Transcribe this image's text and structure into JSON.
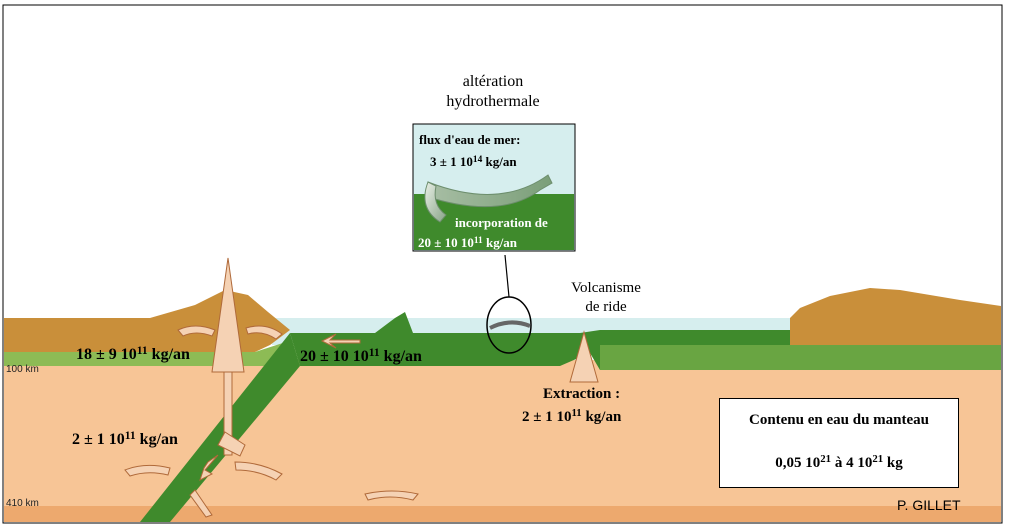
{
  "labels": {
    "alteration_line1": "altération",
    "alteration_line2": "hydrothermale",
    "seawater_flux_title": "flux d'eau de mer:",
    "seawater_flux_base": "3 ± 1  10",
    "seawater_flux_exp": "14",
    "seawater_flux_unit": " kg/an",
    "incorporation_title": "incorporation de",
    "incorporation_base": "20 ± 10  10",
    "incorporation_exp": "11",
    "incorporation_unit": " kg/an",
    "volcanism_line1": "Volcanisme",
    "volcanism_line2": "de ride",
    "extraction_title": "Extraction :",
    "extraction_base": "2 ± 1  10",
    "extraction_exp": "11",
    "extraction_unit": " kg/an",
    "arc_flux_base": "18 ± 9  10",
    "arc_flux_exp": "11",
    "arc_flux_unit": " kg/an",
    "slab_flux_base": "20 ± 10  10",
    "slab_flux_exp": "11",
    "slab_flux_unit": " kg/an",
    "mantle_flux_base": "2 ± 1  10",
    "mantle_flux_exp": "11",
    "mantle_flux_unit": " kg/an",
    "depth_100": "100 km",
    "depth_410": "410 km",
    "mantle_box_title": "Contenu en eau du manteau",
    "mantle_box_value_a": "0,05 10",
    "mantle_box_exp_a": "21",
    "mantle_box_value_mid": " à 4 10",
    "mantle_box_exp_b": "21",
    "mantle_box_unit": " kg",
    "credit": "P. GILLET"
  },
  "colors": {
    "ocean": "#d6eeee",
    "lithosphere_green": "#3f8a2c",
    "upper_mantle": "#f7c596",
    "deep_mantle_band": "#eda96e",
    "continent": "#c98f3a",
    "arrow_fill": "#f5d2b4",
    "arrow_stroke": "#b06a3a"
  }
}
